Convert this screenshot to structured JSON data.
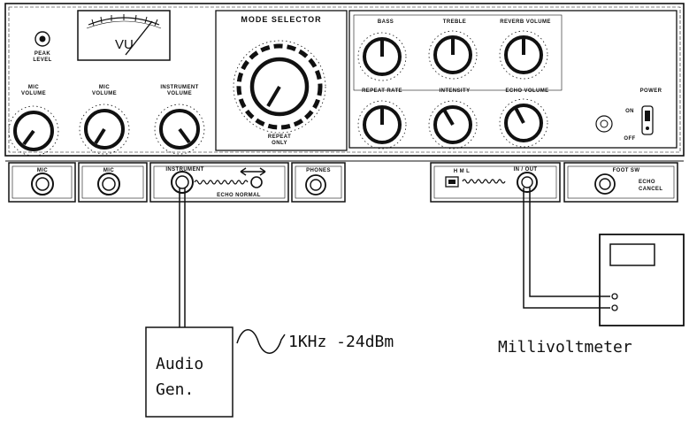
{
  "panel": {
    "peak_level": [
      "PEAK",
      "LEVEL"
    ],
    "vu_label": "VU",
    "mode_selector": "MODE SELECTOR",
    "mode_sub": [
      "REPEAT",
      "ONLY"
    ],
    "knobs_left": [
      {
        "label": [
          "MIC",
          "VOLUME"
        ]
      },
      {
        "label": [
          "MIC",
          "VOLUME"
        ]
      },
      {
        "label": [
          "INSTRUMENT",
          "VOLUME"
        ]
      }
    ],
    "knobs_right_top": [
      {
        "label": [
          "BASS"
        ]
      },
      {
        "label": [
          "TREBLE"
        ]
      },
      {
        "label": [
          "REVERB VOLUME"
        ]
      }
    ],
    "knobs_right_bottom": [
      {
        "label": [
          "REPEAT RATE"
        ]
      },
      {
        "label": [
          "INTENSITY"
        ]
      },
      {
        "label": [
          "ECHO VOLUME"
        ]
      }
    ],
    "power": {
      "label": "POWER",
      "on": "ON",
      "off": "OFF"
    }
  },
  "jacks": {
    "mic1": "MIC",
    "mic2": "MIC",
    "instrument": "INSTRUMENT",
    "instrument_sub": "ECHO NORMAL",
    "phones": "PHONES",
    "inout": "IN / OUT",
    "inout_small": "H M L",
    "foot_sw": "FOOT SW",
    "foot_sub": [
      "ECHO",
      "CANCEL"
    ]
  },
  "test_setup": {
    "signal_label": "1KHz -24dBm",
    "generator_label": [
      "Audio",
      "Gen."
    ],
    "meter_label": "Millivoltmeter"
  }
}
